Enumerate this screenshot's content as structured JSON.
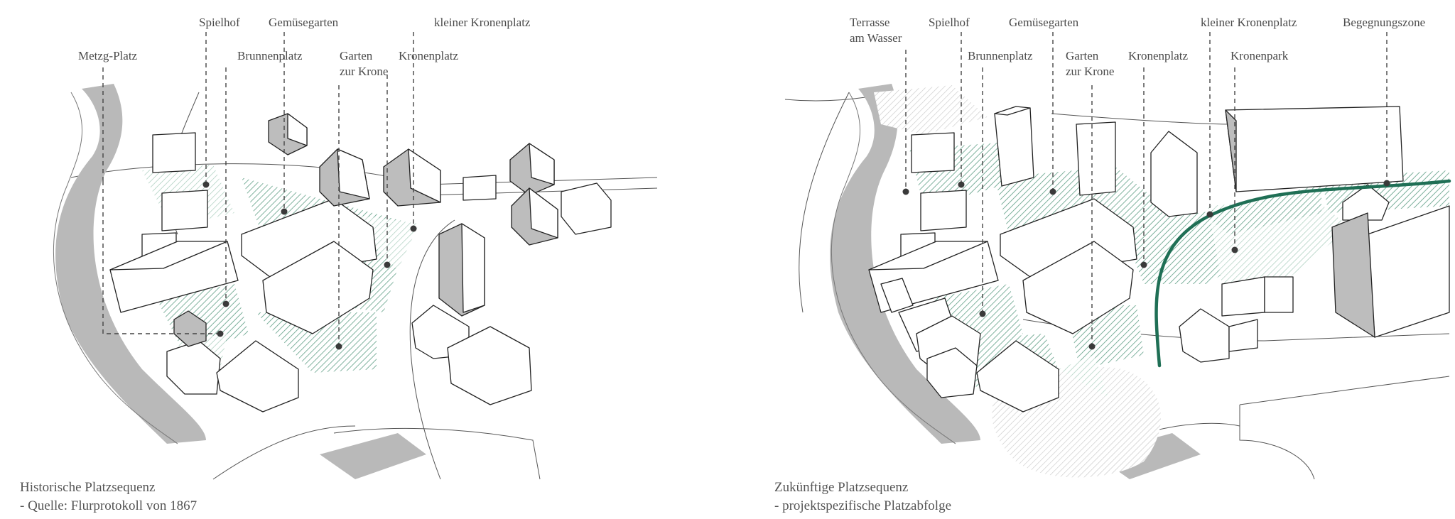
{
  "left_panel": {
    "labels": {
      "metzg_platz": "Metzg-Platz",
      "spielhof": "Spielhof",
      "brunnenplatz": "Brunnenplatz",
      "gemuesegarten": "Gemüsegarten",
      "garten_zur_krone_1": "Garten",
      "garten_zur_krone_2": "zur Krone",
      "kronenplatz": "Kronenplatz",
      "kleiner_kronenplatz": "kleiner Kronenplatz"
    },
    "caption": {
      "title": "Historische Platzsequenz",
      "subtitle": "- Quelle: Flurprotokoll von 1867"
    }
  },
  "right_panel": {
    "labels": {
      "terrasse_1": "Terrasse",
      "terrasse_2": "am Wasser",
      "spielhof": "Spielhof",
      "brunnenplatz": "Brunnenplatz",
      "gemuesegarten": "Gemüsegarten",
      "garten_zur_krone_1": "Garten",
      "garten_zur_krone_2": "zur Krone",
      "kronenplatz": "Kronenplatz",
      "kleiner_kronenplatz": "kleiner Kronenplatz",
      "kronenpark": "Kronenpark",
      "begegnungszone": "Begegnungszone"
    },
    "caption": {
      "title": "Zukünftige Platzsequenz",
      "subtitle": "- projektspezifische Platzabfolge"
    }
  },
  "colors": {
    "hatch_green": "#5e9e85",
    "route_green": "#1f6f55",
    "building_grey": "#bdbdbd",
    "river_grey": "#b9b9b9"
  }
}
